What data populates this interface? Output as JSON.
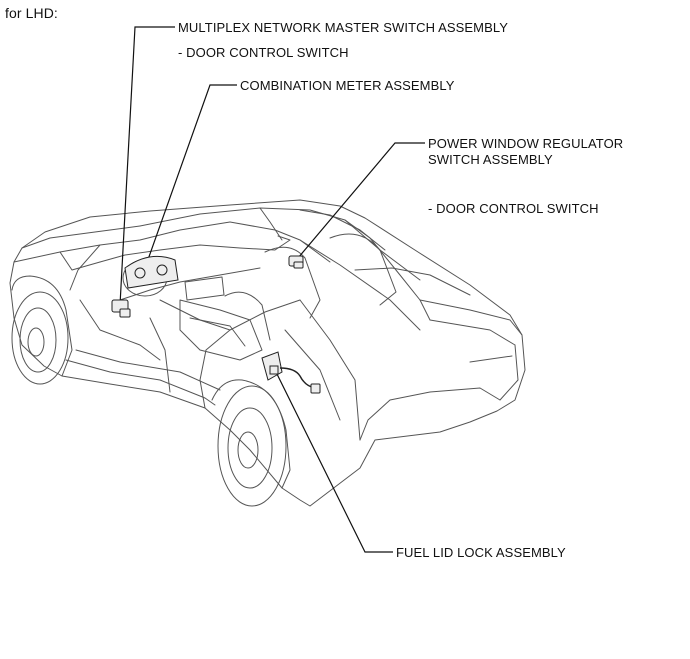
{
  "heading": "for LHD:",
  "labels": {
    "multiplex_title": "MULTIPLEX NETWORK MASTER SWITCH ASSEMBLY",
    "multiplex_sub": "- DOOR CONTROL SWITCH",
    "combination_meter": "COMBINATION METER ASSEMBLY",
    "power_window_line1": "POWER WINDOW REGULATOR",
    "power_window_line2": "SWITCH ASSEMBLY",
    "power_window_sub": "- DOOR CONTROL SWITCH",
    "fuel_lid": "FUEL LID LOCK ASSEMBLY"
  }
}
